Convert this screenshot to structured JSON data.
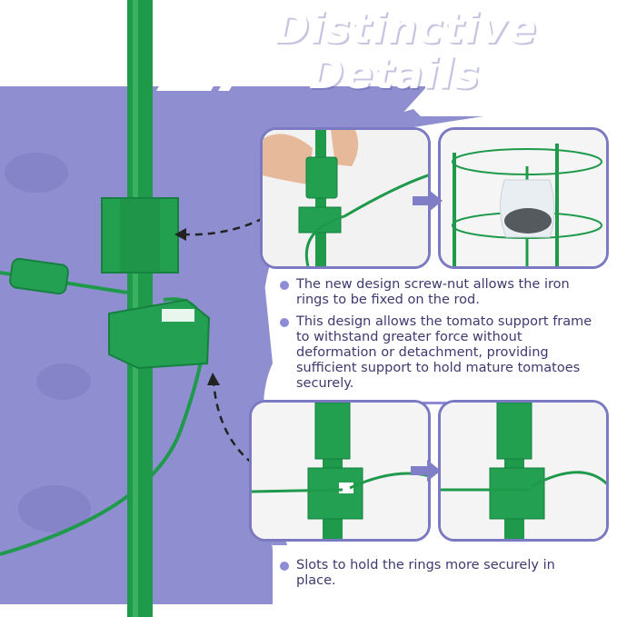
{
  "title": {
    "line1": "Distinctive",
    "line2": "Details"
  },
  "features": [
    {
      "text": "The new design screw-nut allows the iron rings to be fixed on the rod."
    },
    {
      "text": "This design allows the tomato support frame to withstand greater force without deformation or detachment, providing sufficient support to hold mature tomatoes securely."
    },
    {
      "text": "Slots to hold the rings more securely in place."
    }
  ],
  "colors": {
    "background": "#8f8ed0",
    "accent": "#8d8cd4",
    "product_green": "#1f9a4a",
    "text": "#3c3a6e"
  },
  "icons": {
    "arrow": "arrow-right-icon",
    "bullet": "bullet-dot-icon",
    "pointer": "dashed-pointer-arrow-icon"
  }
}
